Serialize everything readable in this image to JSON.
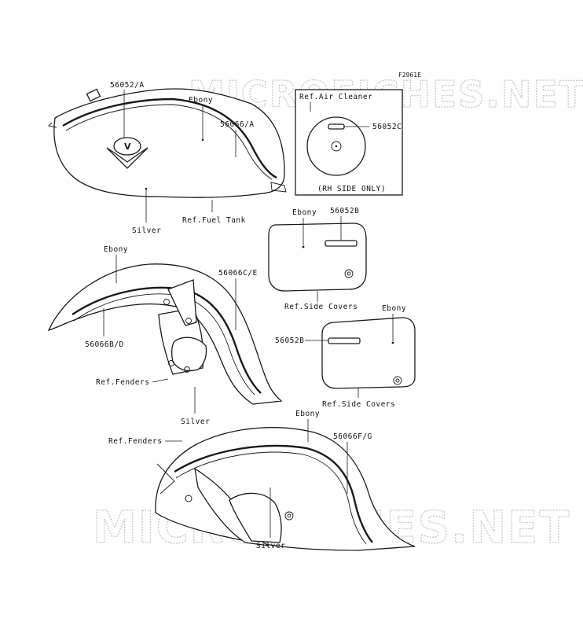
{
  "figure_id": "F2961E",
  "watermark": "MICROFICHES.NET",
  "callouts": {
    "tank_emblem": "56052/A",
    "tank_ebony": "Ebony",
    "tank_stripe": "56066/A",
    "tank_silver": "Silver",
    "ref_fuel_tank": "Ref.Fuel Tank",
    "ref_air_cleaner": "Ref.Air Cleaner",
    "air_cleaner_emblem": "56052C",
    "rh_side_only": "(RH SIDE ONLY)",
    "left_cover_ebony": "Ebony",
    "left_cover_emblem": "56052B",
    "ref_side_covers_1": "Ref.Side Covers",
    "right_cover_ebony": "Ebony",
    "right_cover_emblem": "56052B",
    "ref_side_covers_2": "Ref.Side Covers",
    "front_fender_ebony": "Ebony",
    "front_fender_stripe_bd": "56066B/D",
    "front_fender_stripe_ce": "56066C/E",
    "ref_fenders_1": "Ref.Fenders",
    "front_fender_silver": "Silver",
    "rear_fender_ebony": "Ebony",
    "ref_fenders_2": "Ref.Fenders",
    "rear_fender_stripe": "56066F/G",
    "rear_fender_silver": "Silver"
  }
}
